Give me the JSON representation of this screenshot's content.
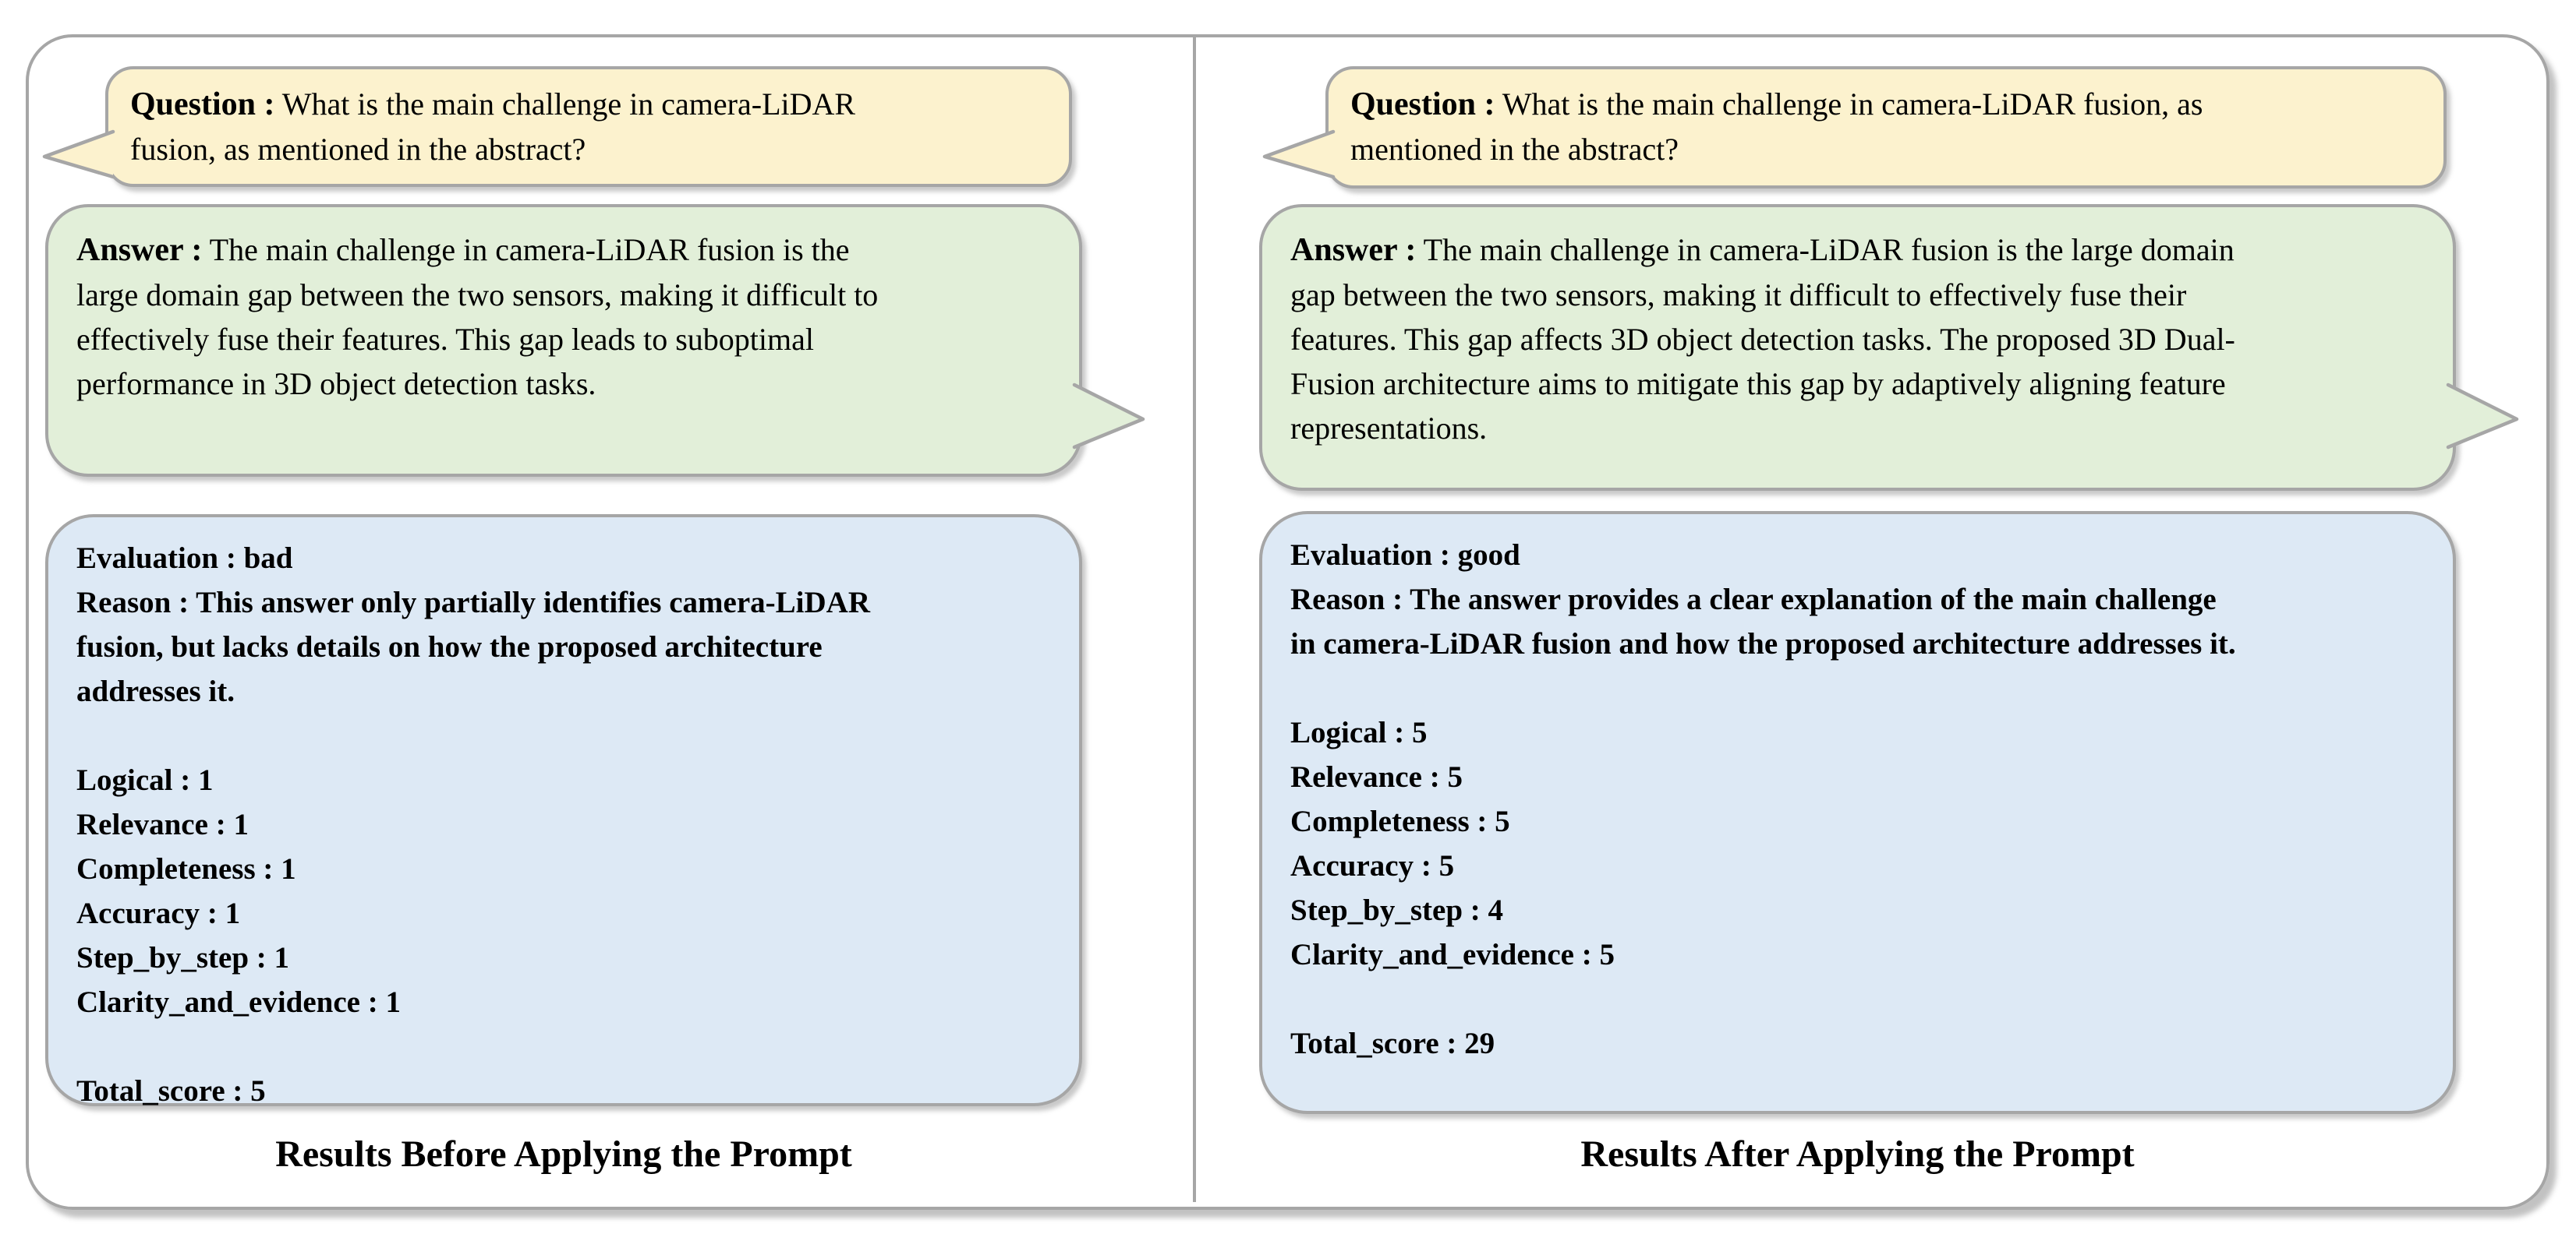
{
  "separator": " : ",
  "colors": {
    "bubble-yellow": "#fcf2ce",
    "bubble-green": "#e2efd9",
    "bubble-blue": "#dde9f5",
    "line-gray": "#a6a6a6",
    "text-black": "#000000",
    "page-bg": "#ffffff"
  },
  "panels": [
    {
      "caption": "Results Before Applying the Prompt",
      "question": {
        "label": "Question :",
        "text": "What is the main challenge in camera-LiDAR\nfusion, as mentioned in the abstract?"
      },
      "answer": {
        "label": "Answer :",
        "text": "The main challenge in camera-LiDAR fusion is the\nlarge domain gap between the two sensors, making it difficult to\neffectively fuse their features. This gap leads to suboptimal\nperformance in 3D object detection tasks."
      },
      "evaluation": {
        "verdict_label": "Evaluation",
        "verdict": "bad",
        "reason_label": "Reason",
        "reason": "This answer only partially identifies camera-LiDAR\nfusion, but lacks details on how the proposed architecture\naddresses it.",
        "scores": [
          {
            "name": "Logical",
            "value": "1"
          },
          {
            "name": "Relevance",
            "value": "1"
          },
          {
            "name": "Completeness",
            "value": "1"
          },
          {
            "name": "Accuracy",
            "value": "1"
          },
          {
            "name": "Step_by_step",
            "value": "1"
          },
          {
            "name": "Clarity_and_evidence",
            "value": "1"
          }
        ],
        "total_label": "Total_score",
        "total": "5"
      }
    },
    {
      "caption": "Results After Applying the Prompt",
      "question": {
        "label": "Question :",
        "text": "What is the main challenge in camera-LiDAR fusion, as\nmentioned in the abstract?"
      },
      "answer": {
        "label": "Answer :",
        "text": "The main challenge in camera-LiDAR fusion is the large domain\ngap between the two sensors, making it difficult to effectively fuse their\nfeatures. This gap affects 3D object detection tasks. The proposed 3D Dual-\nFusion architecture aims to mitigate this gap by adaptively aligning feature\nrepresentations."
      },
      "evaluation": {
        "verdict_label": "Evaluation",
        "verdict": "good",
        "reason_label": "Reason",
        "reason": "The answer provides a clear explanation of the main challenge\nin camera-LiDAR fusion and how the proposed architecture addresses it.",
        "scores": [
          {
            "name": "Logical",
            "value": "5"
          },
          {
            "name": "Relevance",
            "value": "5"
          },
          {
            "name": "Completeness",
            "value": "5"
          },
          {
            "name": "Accuracy",
            "value": "5"
          },
          {
            "name": "Step_by_step",
            "value": "4"
          },
          {
            "name": "Clarity_and_evidence",
            "value": "5"
          }
        ],
        "total_label": "Total_score",
        "total": "29"
      }
    }
  ]
}
